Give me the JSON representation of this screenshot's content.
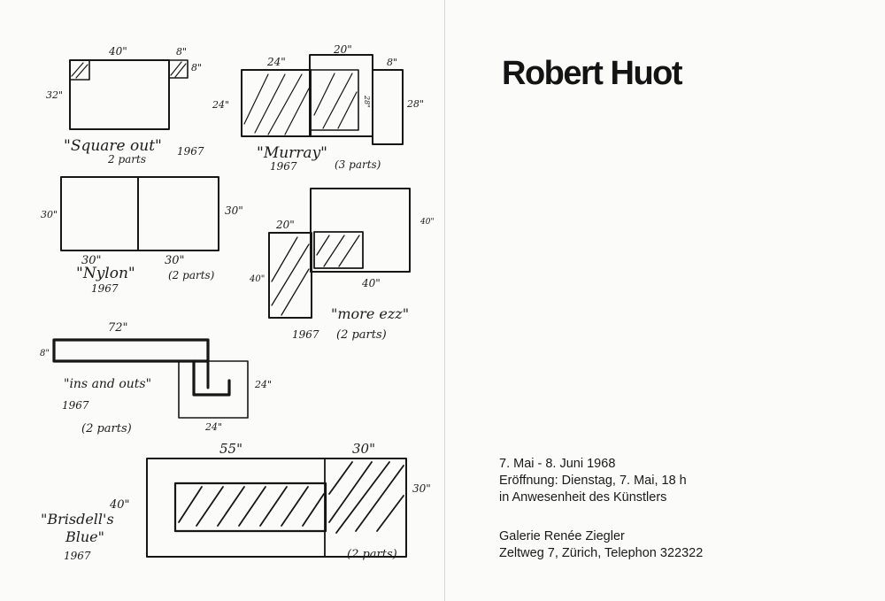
{
  "artist": "Robert Huot",
  "exhibition": {
    "dates": "7. Mai - 8. Juni 1968",
    "opening": "Eröffnung: Dienstag, 7. Mai, 18 h",
    "presence": "in Anwesenheit des Künstlers"
  },
  "gallery": {
    "name": "Galerie Renée Ziegler",
    "address": "Zeltweg 7, Zürich, Telephon 322322"
  },
  "sketches": {
    "square_out": {
      "title": "\"Square out\"",
      "year": "1967",
      "parts": "2 parts",
      "dims": [
        "40\"",
        "8\"",
        "8\"",
        "32\""
      ]
    },
    "murray": {
      "title": "\"Murray\"",
      "year": "1967",
      "parts": "(3 parts)",
      "dims": [
        "24\"",
        "20\"",
        "8\"",
        "24\"",
        "28\"",
        "28\""
      ]
    },
    "nylon": {
      "title": "\"Nylon\"",
      "year": "1967",
      "parts": "(2 parts)",
      "dims": [
        "30\"",
        "30\"",
        "30\"",
        "30\""
      ]
    },
    "more_ezz": {
      "title": "\"more ezz\"",
      "year": "1967",
      "parts": "(2 parts)",
      "dims": [
        "20\"",
        "40\"",
        "40\"",
        "40\""
      ]
    },
    "ins_and_outs": {
      "title": "\"ins and outs\"",
      "year": "1967",
      "parts": "(2 parts)",
      "dims": [
        "72\"",
        "8\"",
        "24\"",
        "24\""
      ]
    },
    "brisdells_blue": {
      "title_line1": "\"Brisdell's",
      "title_line2": "Blue\"",
      "year": "1967",
      "parts": "(2 parts)",
      "dims": [
        "55\"",
        "30\"",
        "30\"",
        "40\""
      ]
    }
  }
}
